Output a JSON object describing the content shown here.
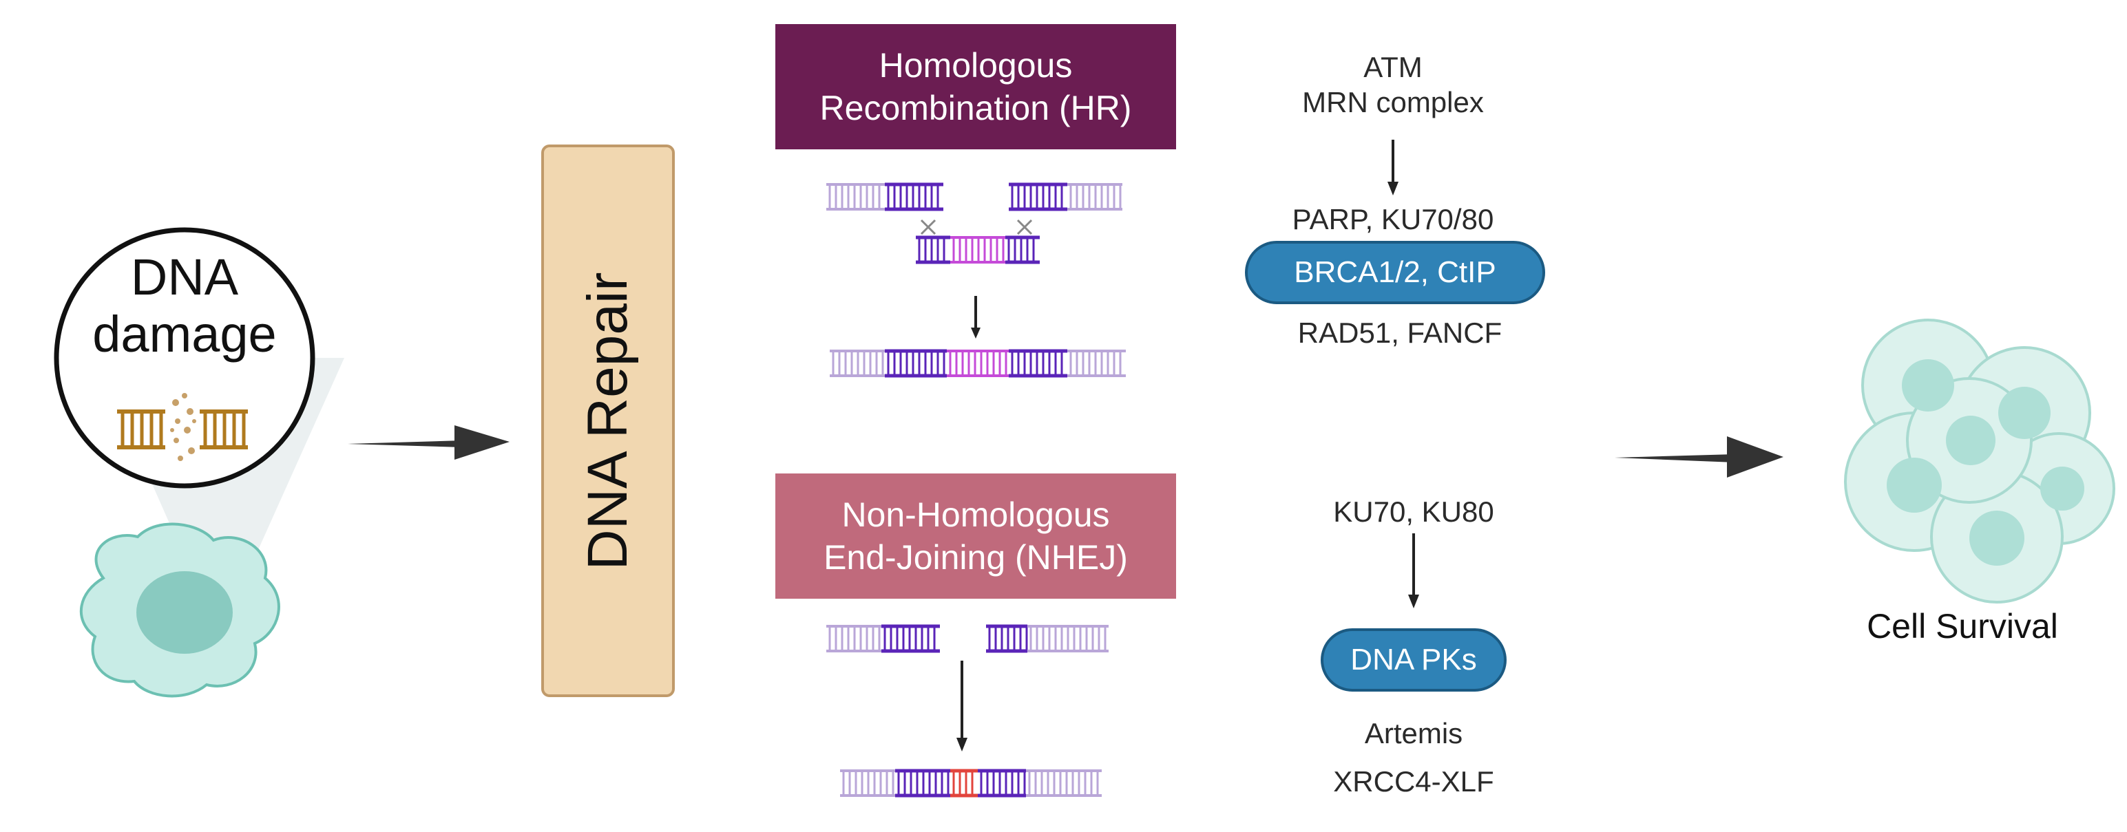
{
  "damage": {
    "line1": "DNA",
    "line2": "damage"
  },
  "repair": {
    "label": "DNA Repair"
  },
  "hr": {
    "title_line1": "Homologous",
    "title_line2": "Recombination (HR)",
    "upstream_line1": "ATM",
    "upstream_line2": "MRN complex",
    "mid_label": "PARP, KU70/80",
    "pill": "BRCA1/2, CtIP",
    "downstream": "RAD51, FANCF"
  },
  "nhej": {
    "title_line1": "Non-Homologous",
    "title_line2": "End-Joining (NHEJ)",
    "upstream": "KU70, KU80",
    "pill": "DNA PKs",
    "downstream1": "Artemis",
    "downstream2": "XRCC4-XLF"
  },
  "outcome": {
    "label": "Cell Survival"
  },
  "colors": {
    "hr_box": "#6b1d52",
    "nhej_box": "#c06a7c",
    "pill": "#2f82b6",
    "repair_box": "#f1d7b0",
    "dna_purple": "#5a24b8",
    "dna_light": "#b9a6d8",
    "dna_magenta": "#c54bd8",
    "dna_red": "#e2443c",
    "cell_teal": "#8fd2c6",
    "damage_dna": "#b07a1e"
  }
}
